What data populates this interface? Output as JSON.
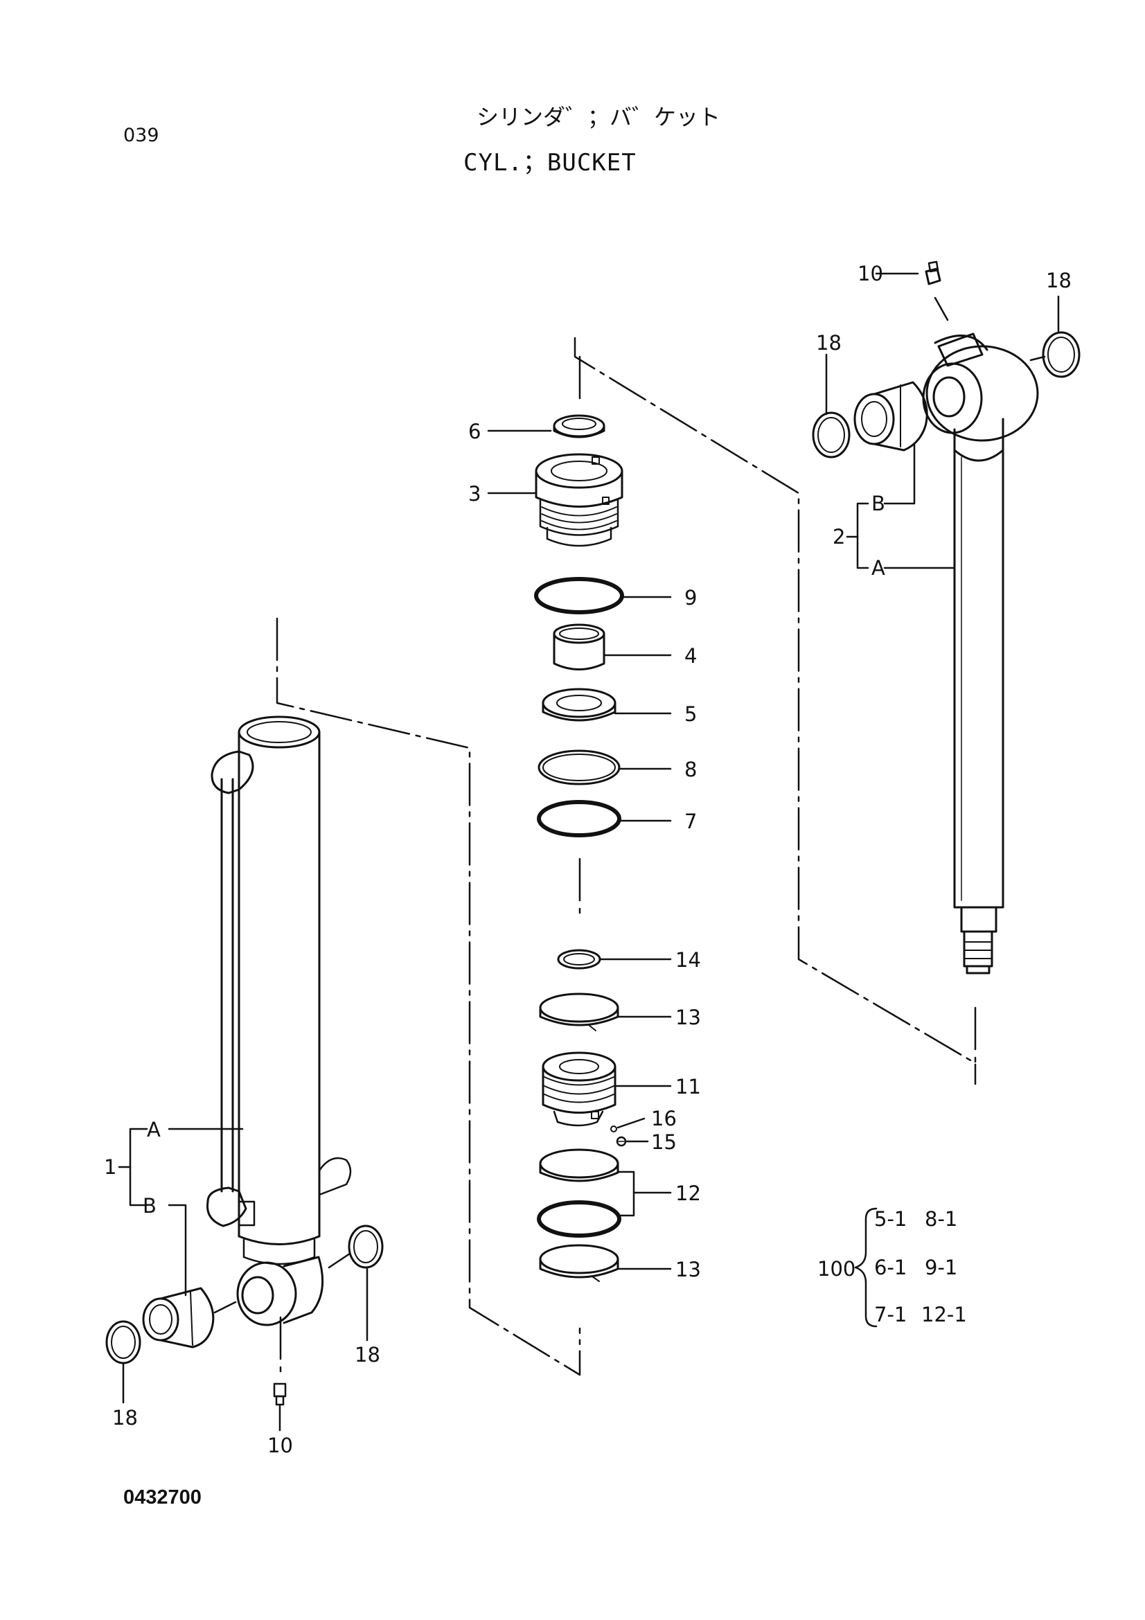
{
  "page_number": "039",
  "title_jp": "シリンダ゛；バ゛ケット",
  "title_en": "CYL.；BUCKET",
  "document_number": "0432700",
  "callouts": {
    "c10_top": "10",
    "c18_top_right": "18",
    "c18_top_left": "18",
    "c6": "6",
    "c3": "3",
    "c2": "2",
    "c2_b": "B",
    "c2_a": "A",
    "c9": "9",
    "c4": "4",
    "c5": "5",
    "c8": "8",
    "c7": "7",
    "c14": "14",
    "c13_upper": "13",
    "c11": "11",
    "c16": "16",
    "c15": "15",
    "c12": "12",
    "c13_lower": "13",
    "c1": "1",
    "c1_a": "A",
    "c1_b": "B",
    "c18_mid": "18",
    "c18_bottom_left": "18",
    "c10_bottom": "10"
  },
  "kit": {
    "number": "100",
    "rows": [
      [
        "5-1",
        "8-1"
      ],
      [
        "6-1",
        "9-1"
      ],
      [
        "7-1",
        "12-1"
      ]
    ]
  }
}
